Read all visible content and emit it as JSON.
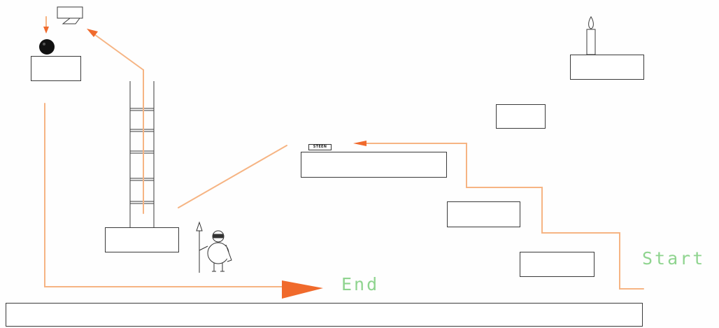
{
  "labels": {
    "start": "Start",
    "end": "End",
    "sign": "STEEN"
  },
  "colors": {
    "route": "#f6b483",
    "arrow": "#f06a2c",
    "label": "#8fd48f",
    "outline": "#3a3a3a"
  },
  "icons": [
    "ladder",
    "bomb",
    "candle",
    "knight-with-spear",
    "sign",
    "mirror-frame"
  ]
}
